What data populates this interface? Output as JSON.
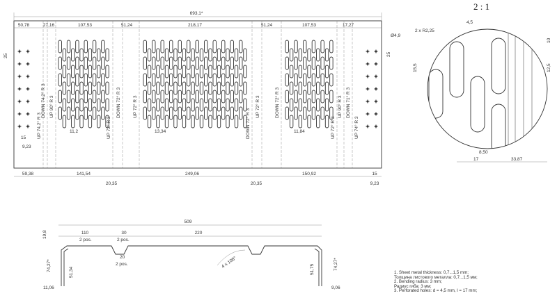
{
  "scale_label": "2 : 1",
  "top_view": {
    "overall_width": "693,1*",
    "top_dims": [
      "50,78",
      "27,16",
      "107,53",
      "51,24",
      "218,17",
      "51,24",
      "107,53",
      "17,27"
    ],
    "bottom_dims": [
      "59,38",
      "141,54",
      "249,06",
      "150,92",
      "15"
    ],
    "bottom_offsets": [
      "20,35",
      "20,35",
      "9,23"
    ],
    "left_small": [
      "25",
      "15",
      "9,23"
    ],
    "right_small": [
      "25",
      "Ø4,9"
    ],
    "slot_pitch": [
      "11,2",
      "13,34",
      "11,84"
    ],
    "bend_labels": [
      "UP 74,2° R 3",
      "DOWN 74,2° R 3",
      "UP 90° R 3",
      "UP 72° R 3",
      "DOWN 72° R 3",
      "UP 72° R 3",
      "DOWN 72° R 3",
      "UP 72° R 3",
      "DOWN 72° R 3",
      "UP 72° R 3",
      "UP 90° R 3",
      "DOWN 71° R 3",
      "UP 74° R 3"
    ]
  },
  "detail_view": {
    "dims": [
      "2 x R2,25",
      "4,5",
      "10",
      "15,5",
      "12,5",
      "8,50",
      "17",
      "33,87"
    ]
  },
  "side_view": {
    "dims": [
      "509",
      "110",
      "30",
      "220",
      "2 pos.",
      "2 pos.",
      "20",
      "2 pos.",
      "19,8",
      "74,27*",
      "51,34",
      "11,06",
      "51,75",
      "74,27*",
      "9,06",
      "4 x 108°"
    ]
  },
  "notes": [
    "1. Sheet metal thickness: 0,7...1,5 mm;",
    "Толщина листового металла: 0,7...1,5 мм;",
    "2. Bending radius: 3 mm;",
    "Радиус гиба: 3 мм;",
    "3. Perforated holes: d = 4,5 mm, l = 17 mm;"
  ]
}
